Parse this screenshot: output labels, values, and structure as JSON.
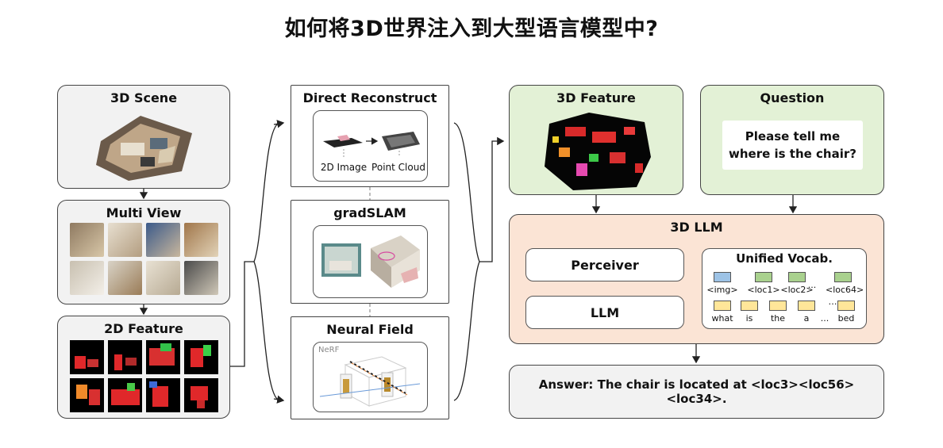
{
  "title": "如何将3D世界注入到大型语言模型中?",
  "left": {
    "scene_title": "3D Scene",
    "multiview_title": "Multi View",
    "feature2d_title": "2D Feature"
  },
  "middle": {
    "direct_title": "Direct Reconstruct",
    "direct_label_left": "2D Image",
    "direct_label_right": "Point Cloud",
    "gradslam_title": "gradSLAM",
    "neural_title": "Neural Field",
    "nerf_label": "NeRF"
  },
  "right": {
    "feature3d_title": "3D Feature",
    "question_title": "Question",
    "question_text": "Please tell me where is the chair?",
    "llm3d_title": "3D LLM",
    "perceiver_label": "Perceiver",
    "llm_label": "LLM",
    "vocab_title": "Unified Vocab.",
    "vocab_row1": [
      "<img>",
      "<loc1>",
      "<loc2>",
      "...",
      "<loc64>"
    ],
    "vocab_row2": [
      "what",
      "is",
      "the",
      "a",
      "...",
      "bed"
    ],
    "answer_text": "Answer: The chair is located at <loc3><loc56><loc34>."
  },
  "colors": {
    "grey_box": "#f2f2f2",
    "green_box": "#e3f1d6",
    "peach_box": "#fbe4d5",
    "token_blue": "#9dc3e6",
    "token_green": "#a9d18e",
    "token_yellow": "#ffe699"
  }
}
